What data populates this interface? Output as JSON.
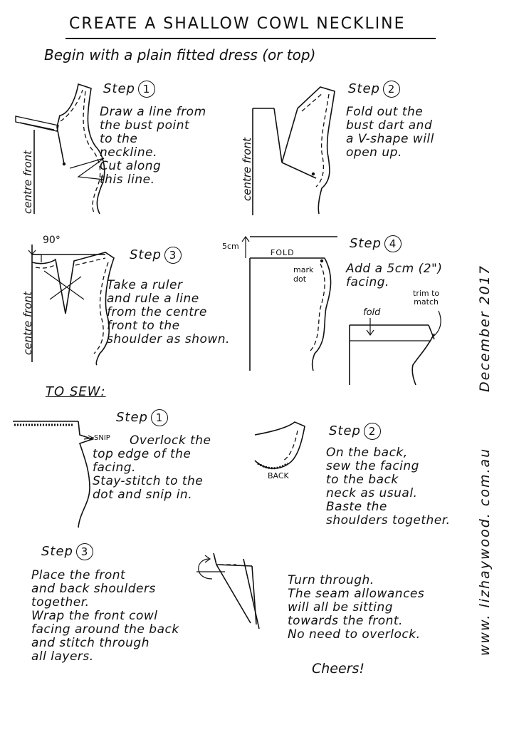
{
  "title": "CREATE A SHALLOW COWL NECKLINE",
  "intro": "Begin with a plain fitted dress (or top)",
  "step_word": "Step",
  "pattern": {
    "step1": {
      "num": "1",
      "text": "Draw a line from\nthe bust point\nto the\nneckline.\nCut along\nthis line.",
      "label": "centre front"
    },
    "step2": {
      "num": "2",
      "text": "Fold out the\nbust dart and\na V-shape will\nopen up.",
      "label": "centre front"
    },
    "step3": {
      "num": "3",
      "text": "Take a ruler\nand rule a line\nfrom the centre\nfront to the\nshoulder as shown.",
      "label": "centre front",
      "angle": "90°"
    },
    "step4": {
      "num": "4",
      "text": "Add a 5cm (2\")\nfacing.",
      "measure": "5cm",
      "fold_caps": "FOLD",
      "mark": "mark\ndot",
      "fold": "fold",
      "trim": "trim to\nmatch"
    }
  },
  "sew": {
    "heading": "TO SEW:",
    "step1": {
      "num": "1",
      "text": "Overlock the\ntop edge of the\nfacing.\nStay-stitch to the\ndot and snip in.",
      "snip": "SNIP"
    },
    "step2": {
      "num": "2",
      "text": "On the back,\nsew the facing\nto the back\nneck as usual.\nBaste the\nshoulders together.",
      "back": "BACK"
    },
    "step3": {
      "num": "3",
      "text": "Place the front\nand back shoulders\ntogether.\nWrap the front cowl\nfacing around the back\nand stitch through\nall layers."
    },
    "finish": "Turn through.\nThe seam allowances\nwill all be sitting\ntowards the front.\nNo need to overlock.",
    "cheers": "Cheers!"
  },
  "sidebar": {
    "date": "December 2017",
    "website": "www. lizhaywood. com.au"
  }
}
